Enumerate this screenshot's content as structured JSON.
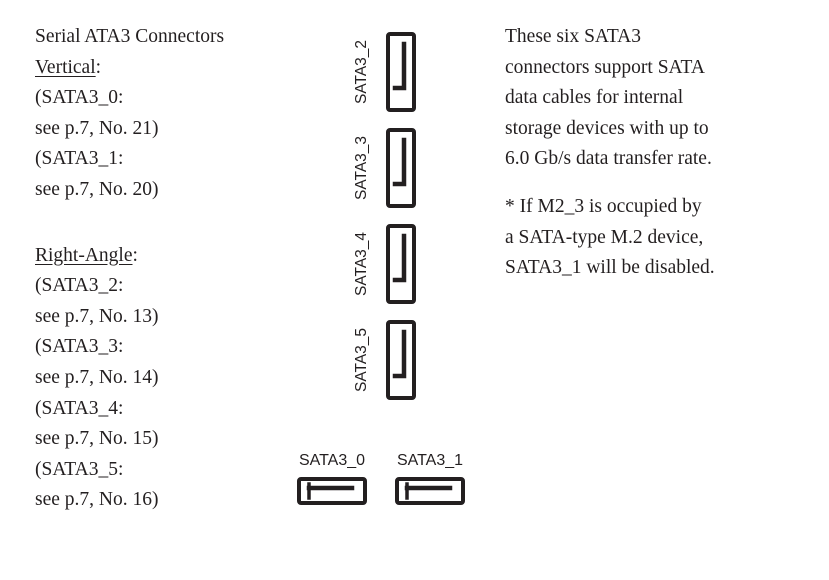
{
  "colors": {
    "text": "#231f20",
    "line": "#231f20",
    "background": "#ffffff"
  },
  "left_column": {
    "title": "Serial ATA3 Connectors",
    "vertical_heading": {
      "word": "Vertical",
      "colon": ":"
    },
    "vertical_entries": [
      {
        "line1": "(SATA3_0:",
        "line2": "see p.7, No. 21)"
      },
      {
        "line1": "(SATA3_1:",
        "line2": "see p.7, No. 20)"
      }
    ],
    "right_angle_heading": {
      "word": "Right-Angle",
      "colon": ":"
    },
    "right_angle_entries": [
      {
        "line1": "(SATA3_2:",
        "line2": "see p.7, No. 13)"
      },
      {
        "line1": "(SATA3_3:",
        "line2": "see p.7, No. 14)"
      },
      {
        "line1": "(SATA3_4:",
        "line2": "see p.7, No. 15)"
      },
      {
        "line1": "(SATA3_5:",
        "line2": "see p.7, No. 16)"
      }
    ]
  },
  "diagram": {
    "vertical_stack_labels": [
      "SATA3_2",
      "SATA3_3",
      "SATA3_4",
      "SATA3_5"
    ],
    "bottom_row_labels": [
      "SATA3_0",
      "SATA3_1"
    ]
  },
  "right_column": {
    "paragraph1_lines": [
      "These six SATA3",
      "connectors support SATA",
      "data cables for internal",
      "storage devices with up to",
      "6.0 Gb/s data transfer rate."
    ],
    "paragraph2_lines": [
      "* If M2_3 is occupied by",
      "a SATA-type M.2 device,",
      "SATA3_1 will be disabled."
    ]
  }
}
